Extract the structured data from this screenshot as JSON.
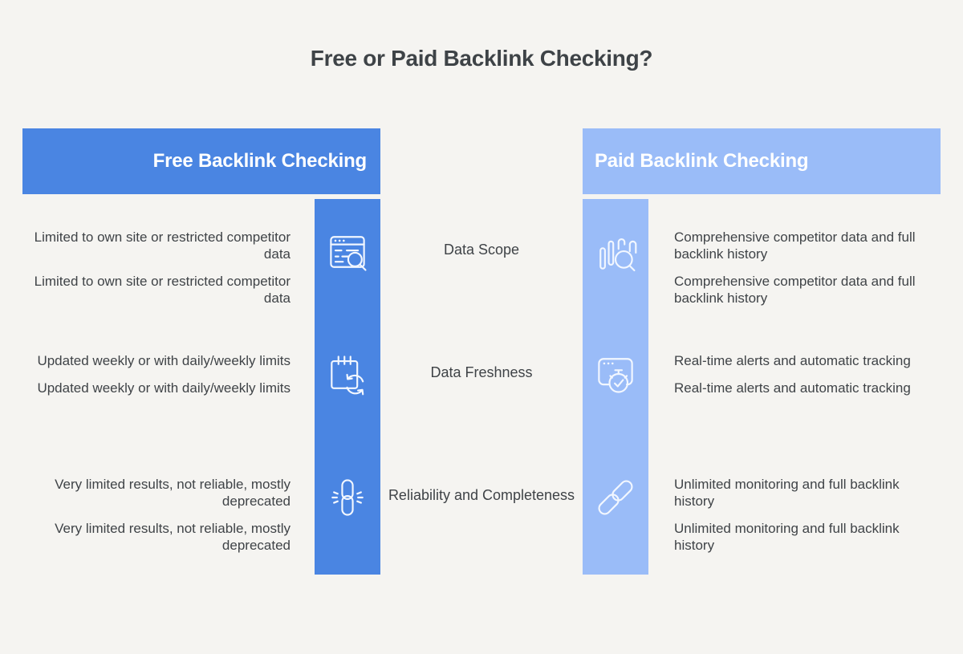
{
  "page": {
    "title": "Free or Paid Backlink Checking?",
    "background_color": "#f5f4f1",
    "text_color": "#3f4347"
  },
  "free_column": {
    "header": "Free Backlink Checking",
    "accent_color": "#4a85e2"
  },
  "paid_column": {
    "header": "Paid Backlink Checking",
    "accent_color": "#9abcf8"
  },
  "rows": [
    {
      "category": "Data Scope",
      "free_icon": "browser-search-icon",
      "paid_icon": "chart-search-icon",
      "free_items": [
        "Limited to own site or restricted competitor data",
        "Limited to own site or restricted competitor data"
      ],
      "paid_items": [
        "Comprehensive competitor data and full backlink history",
        "Comprehensive competitor data and full backlink history"
      ]
    },
    {
      "category": "Data Freshness",
      "free_icon": "calendar-sync-icon",
      "paid_icon": "window-stopwatch-icon",
      "free_items": [
        "Updated weekly or with daily/weekly limits",
        "Updated weekly or with daily/weekly limits"
      ],
      "paid_items": [
        "Real-time alerts and automatic tracking",
        "Real-time alerts and automatic tracking"
      ]
    },
    {
      "category": "Reliability and Completeness",
      "free_icon": "sparkle-link-icon",
      "paid_icon": "chain-link-icon",
      "free_items": [
        "Very limited results, not reliable, mostly deprecated",
        "Very limited results, not reliable, mostly deprecated"
      ],
      "paid_items": [
        "Unlimited monitoring and full backlink history",
        "Unlimited monitoring and full backlink history"
      ]
    }
  ]
}
